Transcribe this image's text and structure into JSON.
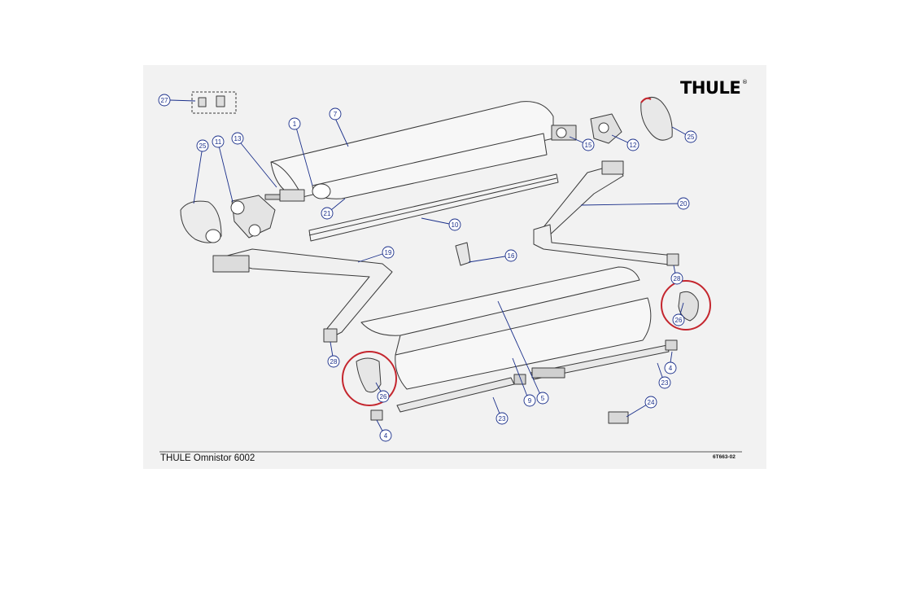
{
  "brand": {
    "logo_text": "THULE",
    "registered_mark": "®"
  },
  "title": "THULE Omnistor 6002",
  "drawing_code": "6T663-02",
  "colors": {
    "callout": "#1a2f8a",
    "highlight": "#c4262e",
    "line": "#3a3a3a",
    "sheet": "#f2f2f2"
  },
  "callouts": [
    {
      "id": "c27",
      "label": "27"
    },
    {
      "id": "c7",
      "label": "7"
    },
    {
      "id": "c1",
      "label": "1"
    },
    {
      "id": "c25a",
      "label": "25"
    },
    {
      "id": "c11",
      "label": "11"
    },
    {
      "id": "c13",
      "label": "13"
    },
    {
      "id": "c21",
      "label": "21"
    },
    {
      "id": "c10",
      "label": "10"
    },
    {
      "id": "c15",
      "label": "15"
    },
    {
      "id": "c12",
      "label": "12"
    },
    {
      "id": "c25b",
      "label": "25"
    },
    {
      "id": "c20",
      "label": "20"
    },
    {
      "id": "c16",
      "label": "16"
    },
    {
      "id": "c19",
      "label": "19"
    },
    {
      "id": "c28a",
      "label": "28"
    },
    {
      "id": "c28b",
      "label": "28"
    },
    {
      "id": "c26a",
      "label": "26"
    },
    {
      "id": "c26b",
      "label": "26"
    },
    {
      "id": "c4a",
      "label": "4"
    },
    {
      "id": "c4b",
      "label": "4"
    },
    {
      "id": "c23a",
      "label": "23"
    },
    {
      "id": "c23b",
      "label": "23"
    },
    {
      "id": "c9",
      "label": "9"
    },
    {
      "id": "c5",
      "label": "5"
    },
    {
      "id": "c24",
      "label": "24"
    }
  ]
}
